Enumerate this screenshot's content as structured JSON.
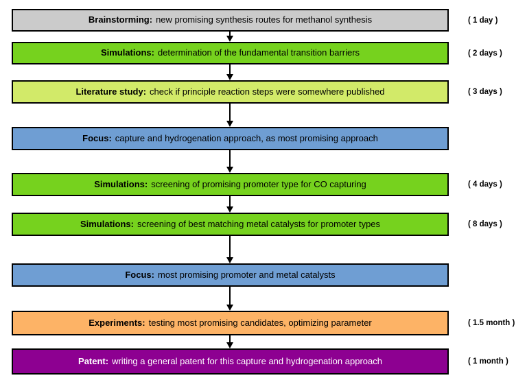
{
  "diagram": {
    "type": "flowchart",
    "background_color": "#ffffff",
    "border_color": "#000000",
    "steps": [
      {
        "label": "Brainstorming:",
        "text": "new promising synthesis routes for methanol synthesis",
        "duration": "( 1 day )",
        "color": "#cbcbcb",
        "text_color": "#000000"
      },
      {
        "label": "Simulations:",
        "text": "determination of the fundamental transition barriers",
        "duration": "( 2 days )",
        "color": "#76d21e",
        "text_color": "#000000"
      },
      {
        "label": "Literature study:",
        "text": "check if principle reaction steps were somewhere published",
        "duration": "( 3 days )",
        "color": "#d2ea69",
        "text_color": "#000000"
      },
      {
        "label": "Focus:",
        "text": "capture and hydrogenation approach, as most promising approach",
        "duration": "",
        "color": "#6f9ed3",
        "text_color": "#000000"
      },
      {
        "label": "Simulations:",
        "text": "screening of promising promoter type for CO capturing",
        "duration": "( 4 days )",
        "color": "#76d21e",
        "text_color": "#000000"
      },
      {
        "label": "Simulations:",
        "text": "screening of best matching metal catalysts for promoter types",
        "duration": "( 8 days )",
        "color": "#76d21e",
        "text_color": "#000000"
      },
      {
        "label": "Focus:",
        "text": "most promising promoter and metal catalysts",
        "duration": "",
        "color": "#6f9ed3",
        "text_color": "#000000"
      },
      {
        "label": "Experiments:",
        "text": "testing most promising candidates, optimizing parameter",
        "duration": "( 1.5 month )",
        "color": "#fdb366",
        "text_color": "#000000"
      },
      {
        "label": "Patent:",
        "text": "writing a general patent for this capture and hydrogenation approach",
        "duration": "( 1 month )",
        "color": "#8d0091",
        "text_color": "#ffffff"
      }
    ]
  }
}
